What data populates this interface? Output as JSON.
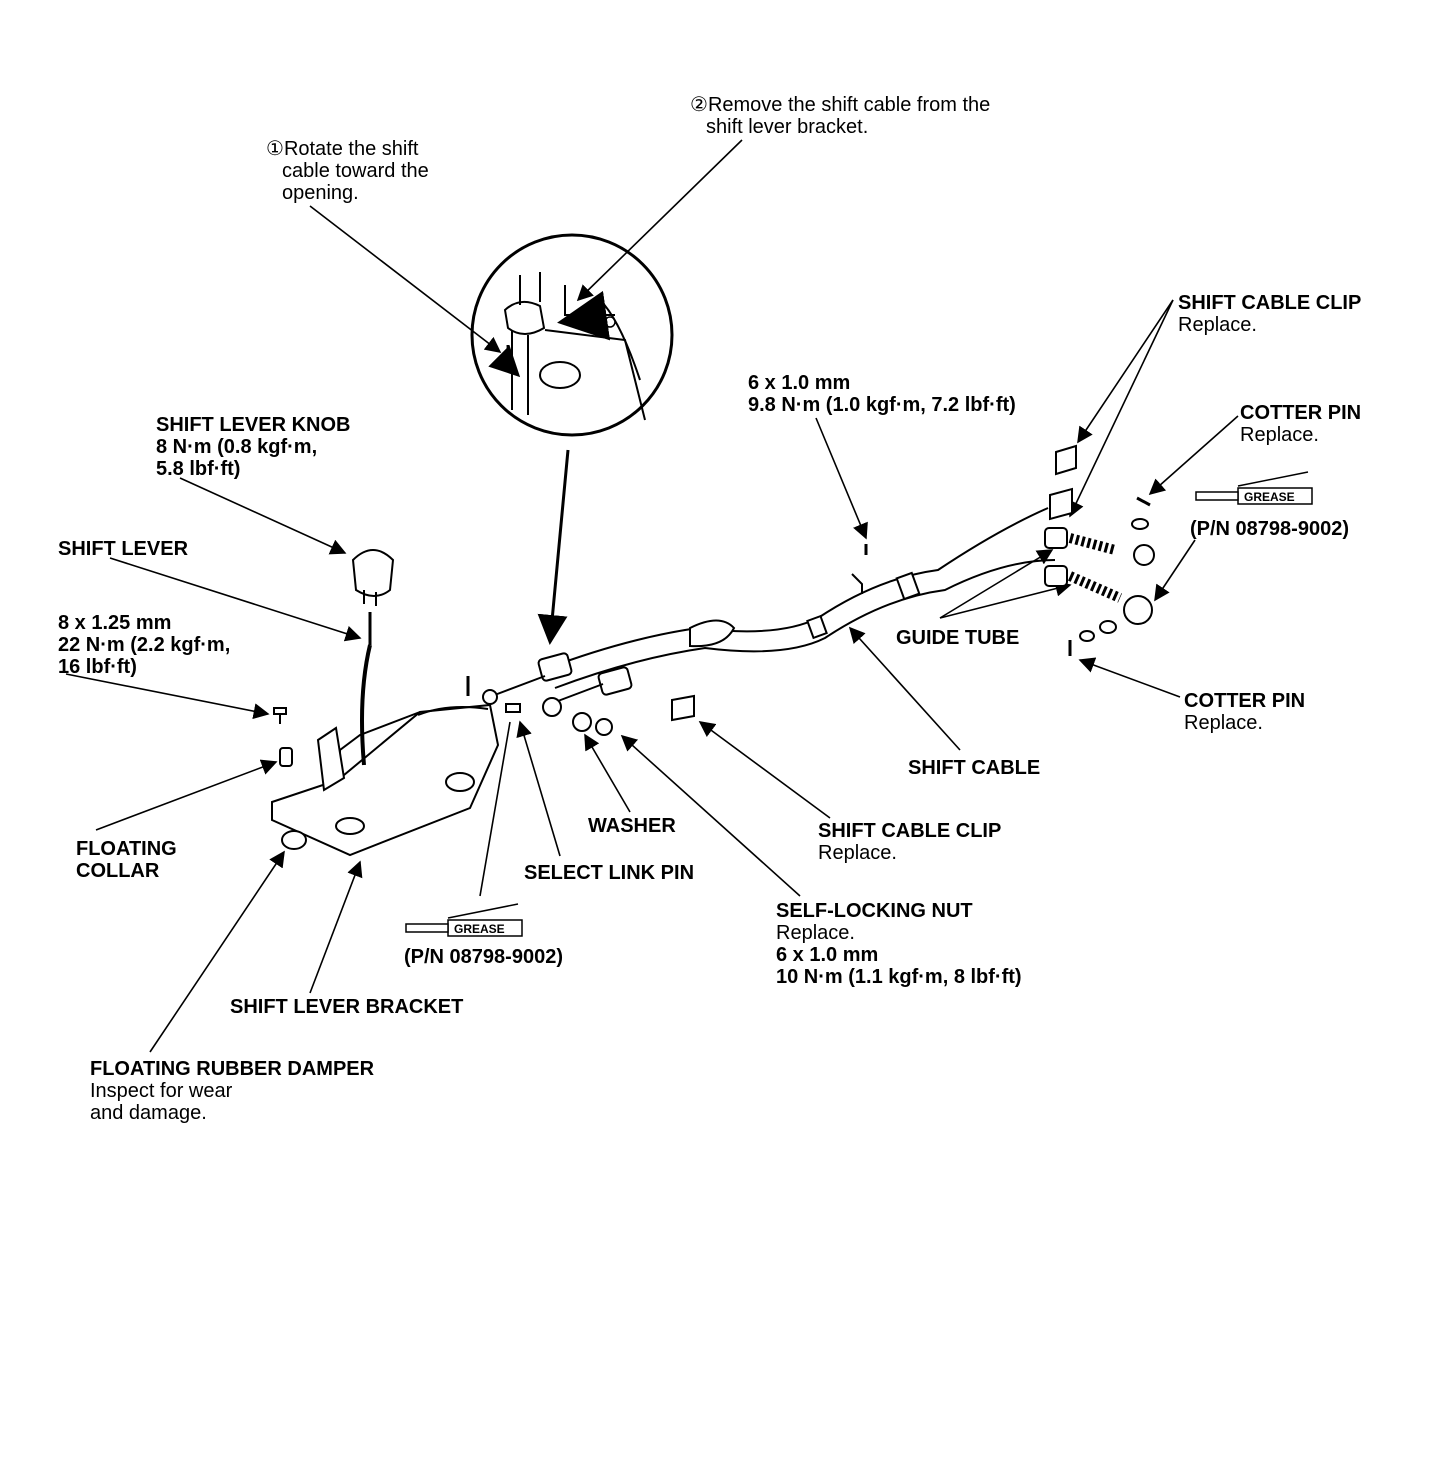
{
  "step1": {
    "num": "①",
    "lines": [
      "Rotate the shift",
      "cable toward the",
      "opening."
    ]
  },
  "step2": {
    "num": "②",
    "lines": [
      "Remove the shift cable from the",
      "shift lever bracket."
    ]
  },
  "labels": {
    "shift_cable_clip_top": {
      "title": "SHIFT CABLE CLIP",
      "note": "Replace."
    },
    "bolt_spec": {
      "lines": [
        "6 x 1.0 mm",
        "9.8 N·m (1.0 kgf·m, 7.2 lbf·ft)"
      ]
    },
    "cotter_pin_top": {
      "title": "COTTER PIN",
      "note": "Replace."
    },
    "grease_pn_right": "(P/N 08798-9002)",
    "shift_lever_knob": {
      "title": "SHIFT LEVER KNOB",
      "lines": [
        "8 N·m (0.8 kgf·m,",
        "5.8 lbf·ft)"
      ]
    },
    "shift_lever": "SHIFT LEVER",
    "lever_bolt": {
      "lines": [
        "8 x 1.25 mm",
        "22 N·m (2.2 kgf·m,",
        "16 lbf·ft)"
      ]
    },
    "guide_tube": "GUIDE TUBE",
    "cotter_pin_bottom": {
      "title": "COTTER PIN",
      "note": "Replace."
    },
    "shift_cable": "SHIFT CABLE",
    "washer": "WASHER",
    "shift_cable_clip_mid": {
      "title": "SHIFT CABLE CLIP",
      "note": "Replace."
    },
    "floating_collar": {
      "lines": [
        "FLOATING",
        "COLLAR"
      ]
    },
    "select_link_pin": "SELECT LINK PIN",
    "self_locking_nut": {
      "title": "SELF-LOCKING NUT",
      "note": "Replace.",
      "lines": [
        "6 x 1.0 mm",
        "10 N·m (1.1 kgf·m, 8 lbf·ft)"
      ]
    },
    "grease_pn_left": "(P/N 08798-9002)",
    "shift_lever_bracket": "SHIFT LEVER BRACKET",
    "floating_rubber_damper": {
      "title": "FLOATING RUBBER DAMPER",
      "notes": [
        "Inspect for wear",
        "and damage."
      ]
    }
  },
  "grease_tube_text": "GREASE"
}
